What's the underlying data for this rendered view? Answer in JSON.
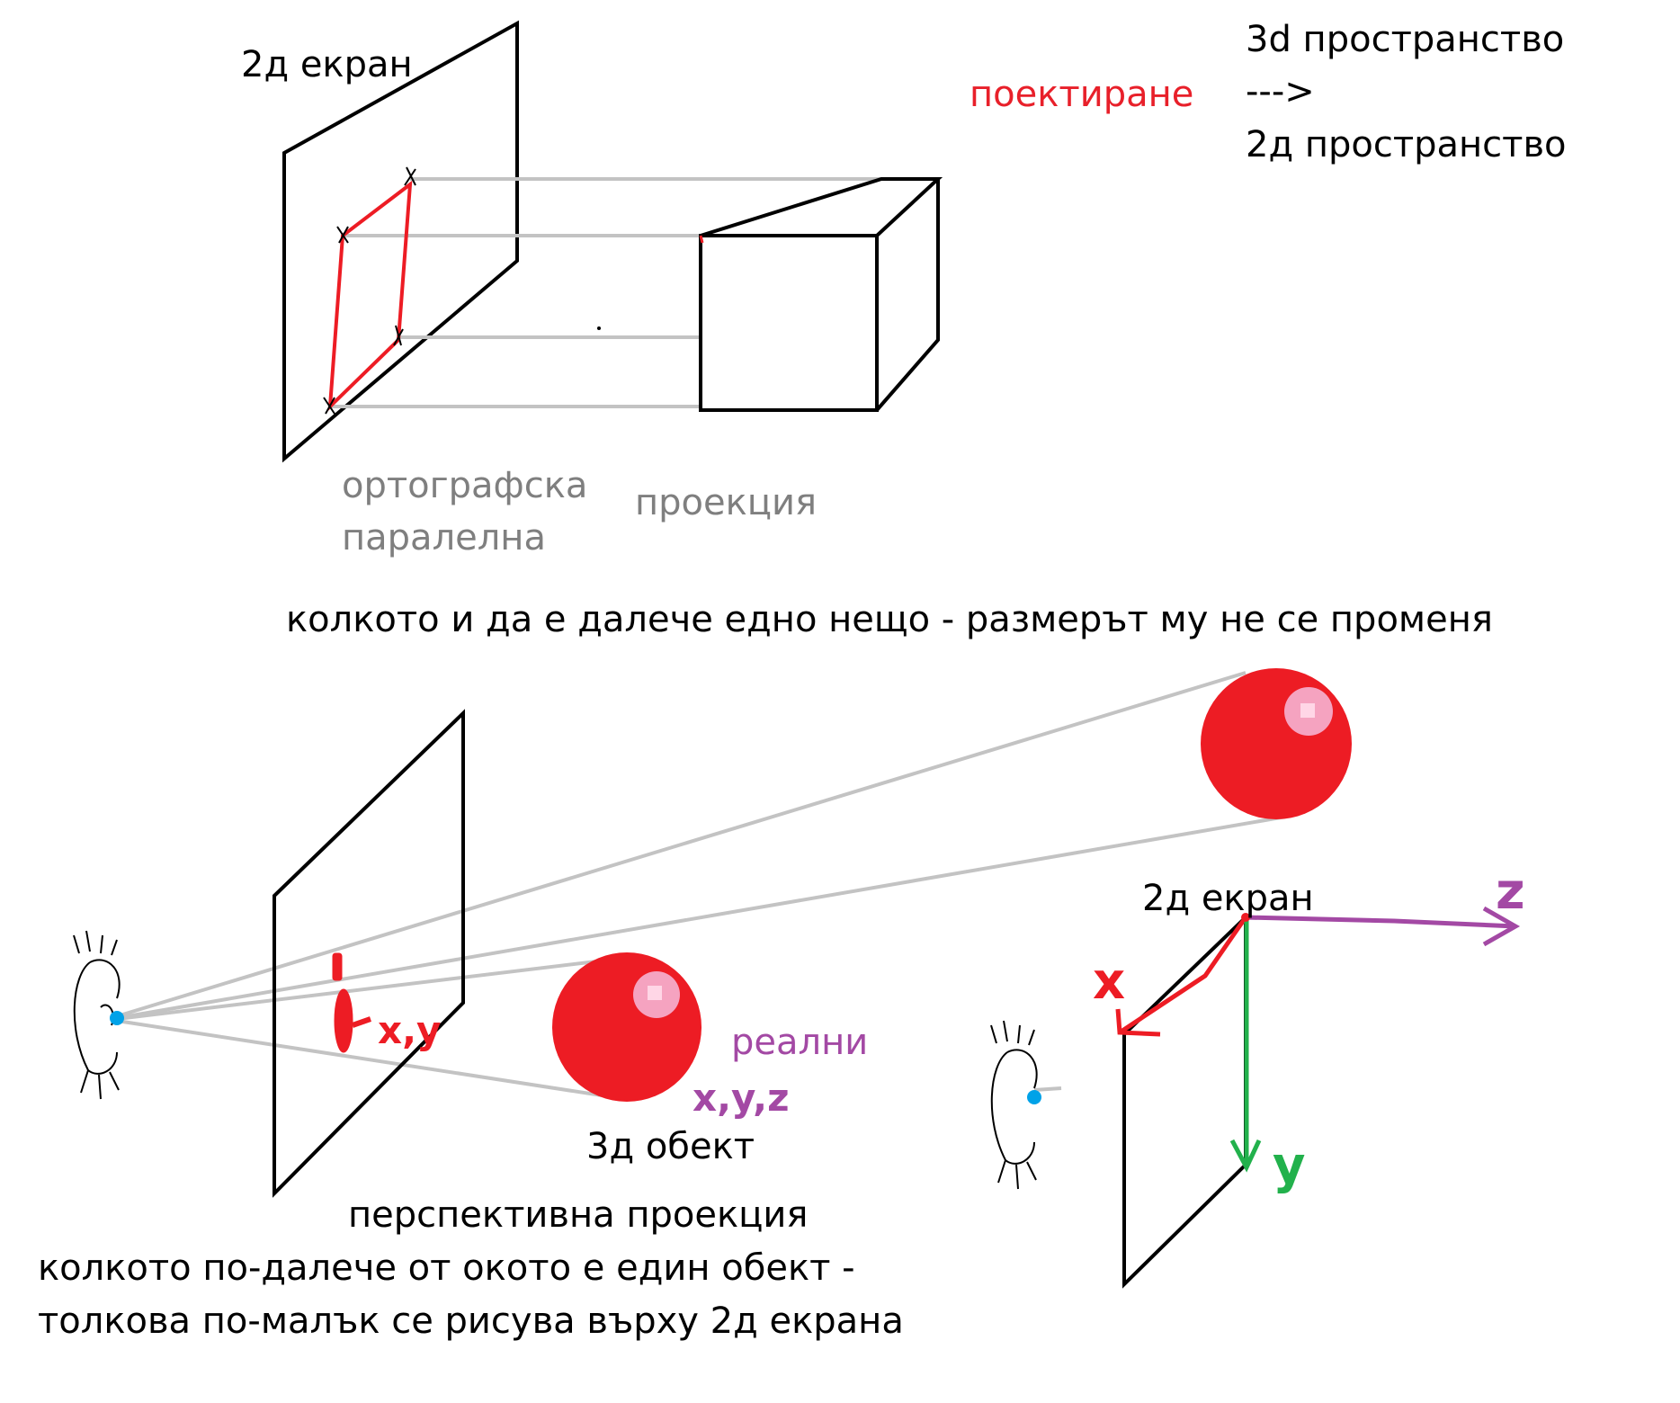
{
  "colors": {
    "black": "#000000",
    "gray_line": "#c3c3c3",
    "red": "#ed1c24",
    "pink": "#f5a3c0",
    "purple": "#a349a4",
    "green": "#22b14c",
    "blue": "#00a2e8",
    "gray_text": "#7f7f7f"
  },
  "top": {
    "screen_label": "2д екран",
    "projecting": "поектиране",
    "space_3d": "3d пространство",
    "arrow": "--->",
    "space_2d": "2д пространство",
    "ortho_line1": "ортографска",
    "ortho_line2": "паралелна",
    "projection_word": "проекция",
    "caption": "колкото и да е далече едно нещо - размерът му не се променя"
  },
  "bottom_left": {
    "xy_label": "x,y",
    "real_label": "реални",
    "xyz_label": "x,y,z",
    "object_label": "3д обект",
    "perspective_title": "перспективна проекция",
    "caption_line1": "колкото по-далече от окото е един обект -",
    "caption_line2": "толкова по-малък се рисува върху 2д екрана"
  },
  "bottom_right": {
    "screen_label": "2д екран",
    "axis_x": "x",
    "axis_y": "y",
    "axis_z": "z"
  },
  "icons": [
    "eye-icon",
    "sphere-icon",
    "cube-icon"
  ]
}
